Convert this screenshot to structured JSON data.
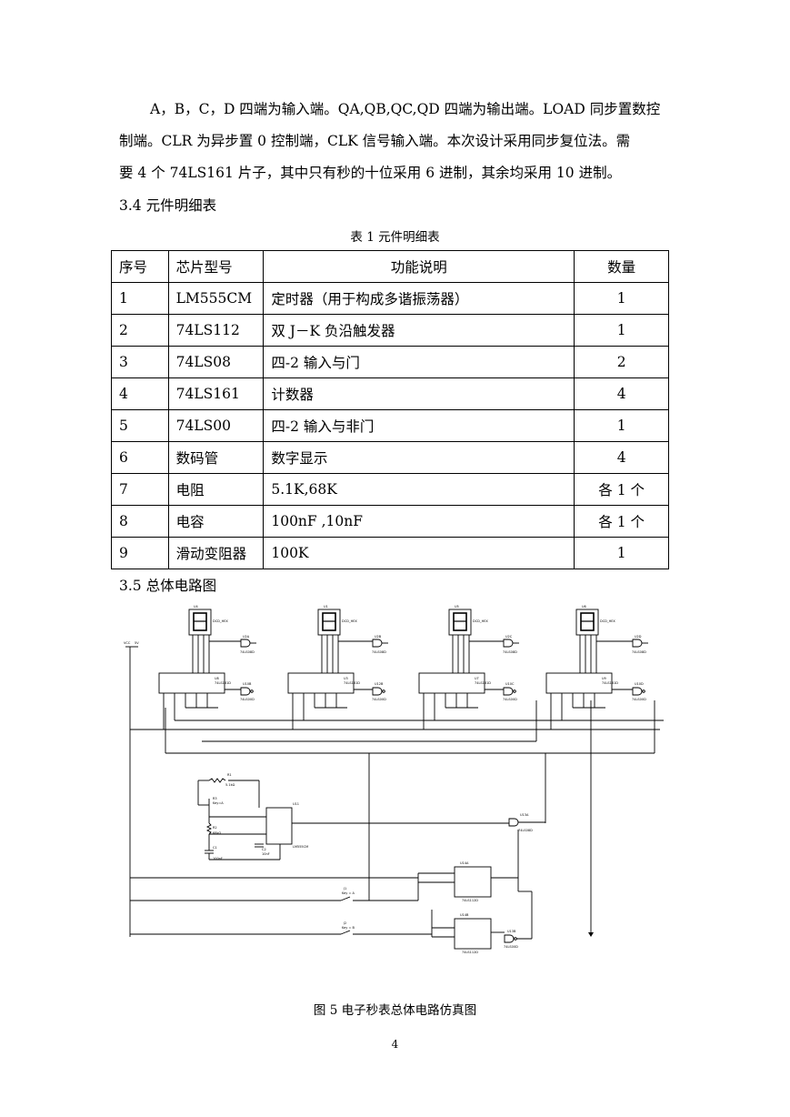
{
  "intro": {
    "lines": [
      "A，B，C，D 四端为输入端。QA,QB,QC,QD 四端为输出端。LOAD 同步置数控",
      "制端。CLR 为异步置 0 控制端，CLK 信号输入端。本次设计采用同步复位法。需",
      "要 4 个 74LS161 片子，其中只有秒的十位采用 6 进制，其余均采用 10 进制。"
    ]
  },
  "section_34": "3.4 元件明细表",
  "table_caption": "表 1  元件明细表",
  "table": {
    "headers": [
      "序号",
      "芯片型号",
      "功能说明",
      "数量"
    ],
    "rows": [
      [
        "1",
        "LM555CM",
        "定时器（用于构成多谐振荡器）",
        "1"
      ],
      [
        "2",
        "74LS112",
        "双 J－K 负沿触发器",
        "1"
      ],
      [
        "3",
        "74LS08",
        "四-2 输入与门",
        "2"
      ],
      [
        "4",
        "74LS161",
        "计数器",
        "4"
      ],
      [
        "5",
        "74LS00",
        "四-2 输入与非门",
        "1"
      ],
      [
        "6",
        "数码管",
        "数字显示",
        "4"
      ],
      [
        "7",
        "电阻",
        "5.1K,68K",
        "各 1 个"
      ],
      [
        "8",
        "电容",
        "100nF ,10nF",
        "各 1 个"
      ],
      [
        "9",
        "滑动变阻器",
        "100K",
        "1"
      ]
    ]
  },
  "section_35": "3.5 总体电路图",
  "figure_caption": "图 5  电子秒表总体电路仿真图",
  "page_number": "4",
  "circuit_labels": {
    "displays": [
      "U4",
      "U1",
      "U5",
      "U6"
    ],
    "display_type": "DCD_HEX",
    "counters": [
      "U8",
      "U3",
      "U7",
      "U9"
    ],
    "counter_type": "74LS161D",
    "and_gates": [
      "U2A",
      "U2B",
      "U2C",
      "U2D"
    ],
    "nand_gates": [
      "U10B",
      "U12B",
      "U10C",
      "U10D"
    ],
    "gate_type_and": "74LS08D",
    "gate_type_nand": "74LS00D",
    "vcc": "VCC",
    "vcc_value": "5V",
    "timer": "U11",
    "timer_type": "LM555CM",
    "r1": "R1",
    "r1_value": "5.1kΩ",
    "r2": "R2",
    "r2_value": "68kΩ",
    "pot": "R3",
    "pot_key": "Key=A",
    "c1": "C1",
    "c1_value": "100nF",
    "c2": "C2",
    "c2_value": "10nF",
    "and_bottom": "U13A",
    "nand_bottom": "U13B",
    "jk_a": "U14A",
    "jk_b": "U14B",
    "jk_type": "74LS112D",
    "switch1": "J1",
    "switch1_key": "Key = A",
    "switch2": "J2",
    "switch2_key": "Key = B"
  }
}
